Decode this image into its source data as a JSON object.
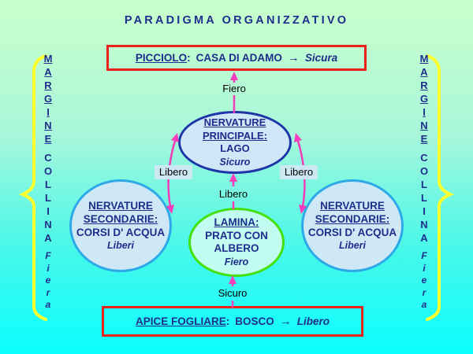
{
  "title": "PARADIGMA ORGANIZZATIVO",
  "nodes": {
    "picciolo": {
      "name": "PICCIOLO",
      "sep": ":",
      "value": "CASA DI ADAMO",
      "arrow": "→",
      "status": "Sicura"
    },
    "principale": {
      "title1": "NERVATURE",
      "title2": "PRINCIPALE:",
      "value": "LAGO",
      "status": "Sicuro"
    },
    "secondarie_left": {
      "title1": "NERVATURE",
      "title2": "SECONDARIE:",
      "value": "CORSI D' ACQUA",
      "status": "Liberi"
    },
    "secondarie_right": {
      "title1": "NERVATURE",
      "title2": "SECONDARIE:",
      "value": "CORSI D' ACQUA",
      "status": "Liberi"
    },
    "lamina": {
      "title1": "LAMINA:",
      "value1": "PRATO CON",
      "value2": "ALBERO",
      "status": "Fiero"
    },
    "apice": {
      "name": "APICE FOGLIARE",
      "sep": ":",
      "value": "BOSCO",
      "arrow": "→",
      "status": "Libero"
    }
  },
  "arrow_labels": {
    "top": "Fiero",
    "left": "Libero",
    "middle": "Libero",
    "right": "Libero",
    "bottom": "Sicuro"
  },
  "margins": {
    "left": {
      "word1": "MARGINE",
      "word2": "COLLINA",
      "word3": "Fiera"
    },
    "right": {
      "word1": "MARGINE",
      "word2": "COLLINA",
      "word3": "Fiera"
    }
  },
  "colors": {
    "text_navy": "#1f2d8c",
    "box_border_red": "#e8231a",
    "arrow_magenta": "#f53cba",
    "brace_yellow": "#ffff2e",
    "ellipse_main_border": "#1e35a8",
    "ellipse_side_border": "#2da9e8",
    "ellipse_lamina_border": "#44e00a",
    "background_top": "#caffcb",
    "background_bottom": "#0affff"
  }
}
